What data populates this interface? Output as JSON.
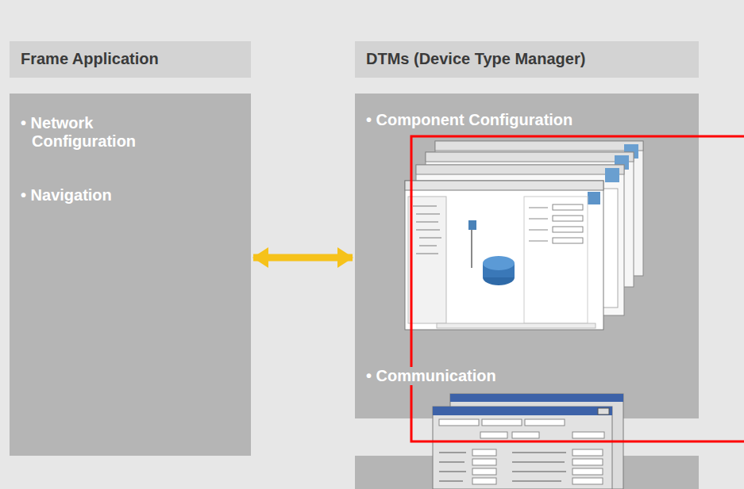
{
  "diagram": {
    "nodes": [
      {
        "text": [
          "Frame Application",
          "• Network Configuration",
          "• Navigation"
        ]
      },
      {
        "text": [
          "DTMs (Device Type Manager)",
          "• Component Configuration",
          "• Communication"
        ]
      }
    ],
    "edges": [
      {
        "from": 0,
        "to": 1,
        "arrow": "both"
      }
    ]
  }
}
